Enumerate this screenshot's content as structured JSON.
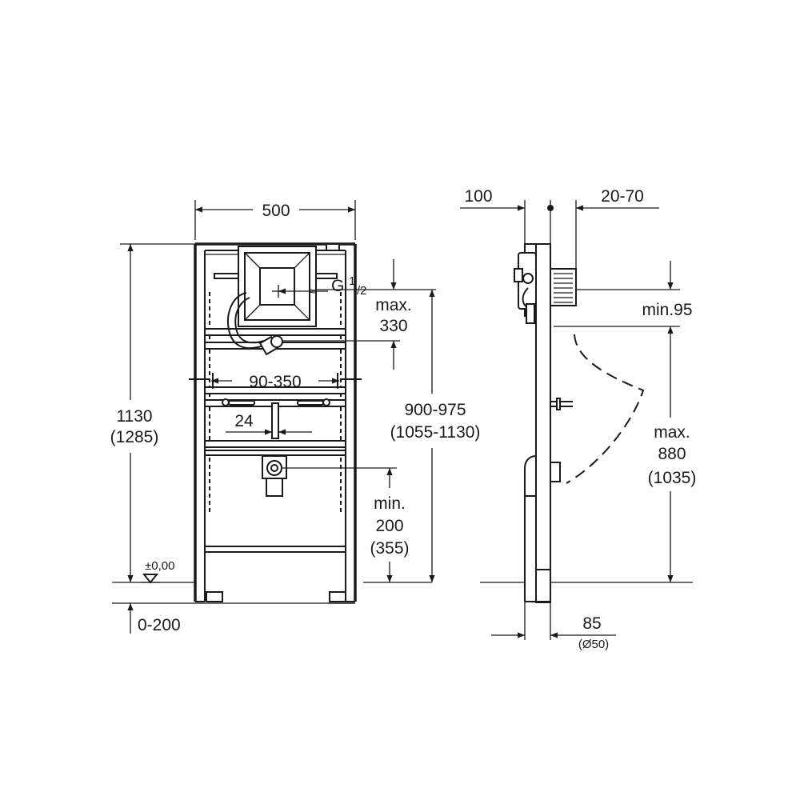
{
  "front_view": {
    "width": "500",
    "height_main": "1130",
    "height_alt": "(1285)",
    "thread_g": "G",
    "thread_sup": "1",
    "thread_sub": "/2",
    "range_max_1": "max.",
    "range_max_2": "330",
    "spacing": "90-350",
    "offset": "24",
    "inlet_h_1": "900-975",
    "inlet_h_2": "(1055-1130)",
    "drain_min_1": "min.",
    "drain_min_2": "200",
    "drain_min_3": "(355)",
    "zero_level": "±0,00",
    "floor_adjust": "0-200"
  },
  "side_view": {
    "depth_top": "100",
    "spacer": "20-70",
    "min_offset": "min.95",
    "max_h_1": "max.",
    "max_h_2": "880",
    "max_h_3": "(1035)",
    "pipe_dist": "85",
    "pipe_dia": "(Ø50)"
  },
  "colors": {
    "line": "#1a1a1a",
    "background": "#ffffff"
  }
}
